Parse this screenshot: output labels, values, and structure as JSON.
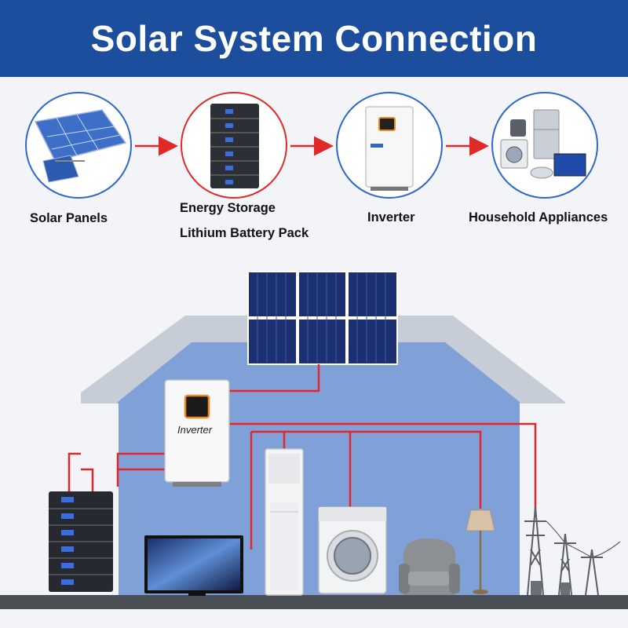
{
  "header": {
    "title": "Solar System Connection"
  },
  "flow": {
    "steps": [
      {
        "label": "Solar Panels",
        "icon": "solar-panel-icon",
        "ring_color": "#2f68c9"
      },
      {
        "label": "Energy Storage",
        "label_2": "Lithium Battery Pack",
        "icon": "battery-pack-icon",
        "ring_color": "#e02a2a"
      },
      {
        "label": "Inverter",
        "icon": "inverter-icon",
        "ring_color": "#2f68c9"
      },
      {
        "label": "Household Appliances",
        "icon": "appliances-icon",
        "ring_color": "#2f68c9"
      }
    ],
    "arrow_color": "#e02a2a"
  },
  "house": {
    "inverter_label": "Inverter",
    "wall_color": "#7fa1d8",
    "frame_color": "#c7cdd6",
    "wire_color": "#e3262b"
  }
}
